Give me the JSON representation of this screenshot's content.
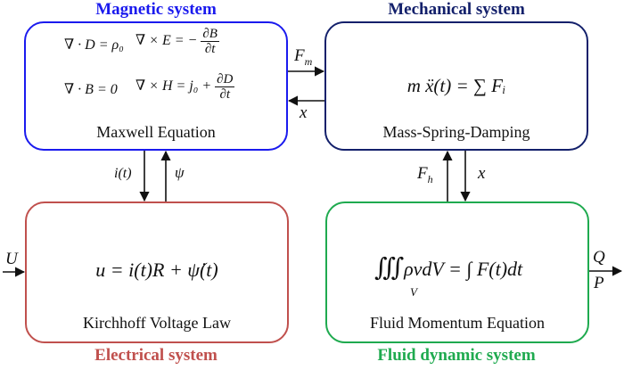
{
  "colors": {
    "magnetic": "#1a1aee",
    "mechanical": "#13206b",
    "electrical": "#c0504d",
    "fluid": "#1faa4f"
  },
  "magnetic": {
    "title": "Magnetic system",
    "eq1_left": "∇ · D = ρ₀",
    "eq1_right_lhs": "∇ × E = −",
    "eq1_right_num": "∂B",
    "eq1_right_den": "∂t",
    "eq2_left": "∇ · B = 0",
    "eq2_right_lhs": "∇ × H = j₀ +",
    "eq2_right_num": "∂D",
    "eq2_right_den": "∂t",
    "caption": "Maxwell Equation"
  },
  "mechanical": {
    "title": "Mechanical system",
    "equation": "m ẍ(t) = ∑ Fᵢ",
    "caption": "Mass-Spring-Damping"
  },
  "electrical": {
    "title": "Electrical system",
    "equation": "u = i(t)R + ψ̇(t)",
    "caption": "Kirchhoff Voltage Law"
  },
  "fluid": {
    "title": "Fluid dynamic system",
    "equation_lhs": "∭",
    "equation_sub": "V",
    "equation_rest": "ρvdV = ∫ F(t)dt",
    "caption": "Fluid Momentum Equation"
  },
  "signals": {
    "fm": "F",
    "fm_sub": "m",
    "x_mag": "x",
    "i_t": "i(t)",
    "psi": "ψ",
    "fh": "F",
    "fh_sub": "h",
    "x_fluid": "x",
    "u_input": "U",
    "q_output": "Q",
    "p_output": "P"
  }
}
